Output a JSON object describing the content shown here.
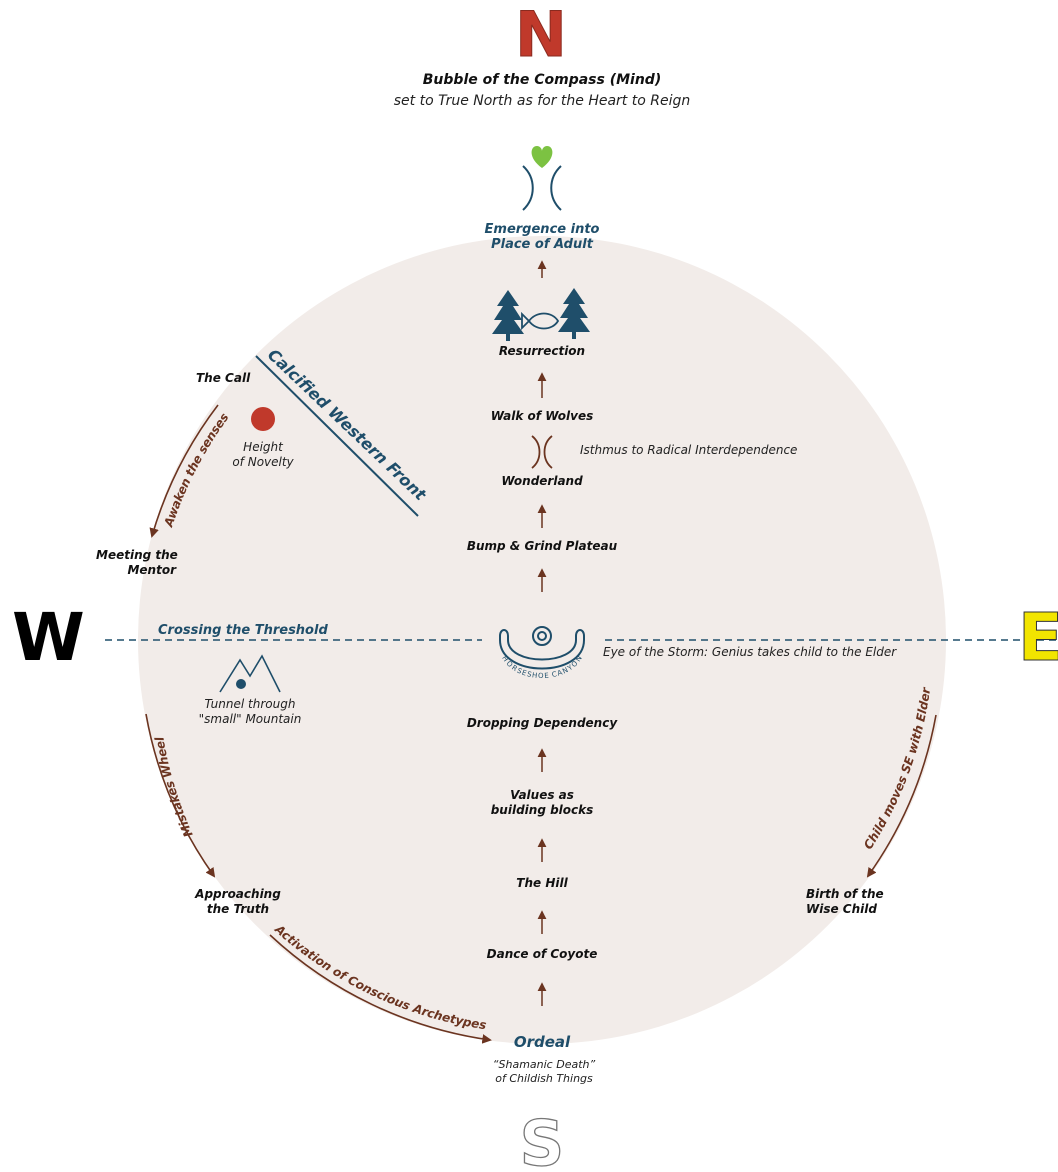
{
  "compass": {
    "north": "N",
    "west": "W",
    "east": "E",
    "south": "S",
    "north_color": "#c0392b",
    "east_color": "#f2e500"
  },
  "header": {
    "title": "Bubble of the Compass (Mind)",
    "subtitle": "set to True North as for the Heart to Reign"
  },
  "journey": {
    "emergence": "Emergence into\nPlace of Adult",
    "resurrection": "Resurrection",
    "walk_of_wolves": "Walk of Wolves",
    "isthmus": "Isthmus to Radical Interdependence",
    "wonderland": "Wonderland",
    "bump_grind": "Bump & Grind Plateau",
    "eye_of_storm": "Eye of the Storm: Genius takes child to the Elder",
    "horseshoe": "HORSESHOE CANYON",
    "dropping_dependency": "Dropping Dependency",
    "values": "Values as\nbuilding blocks",
    "the_hill": "The Hill",
    "dance_of_coyote": "Dance of Coyote",
    "ordeal": "Ordeal",
    "shamanic": "“Shamanic Death”\nof Childish Things"
  },
  "west_side": {
    "calcified": "Calcified Western Front",
    "the_call": "The Call",
    "height_of_novelty": "Height\nof Novelty",
    "awaken": "Awaken the senses",
    "meeting_mentor": "Meeting the\nMentor",
    "crossing": "Crossing the Threshold",
    "tunnel": "Tunnel through\n\"small\" Mountain",
    "mistakes_wheel": "Mistakes Wheel",
    "approaching": "Approaching\nthe Truth",
    "activation": "Activation of Conscious Archetypes"
  },
  "east_side": {
    "child_moves": "Child moves SE with Elder",
    "birth": "Birth of the\nWise Child"
  },
  "colors": {
    "bubble": "#f2ece9",
    "teal": "#1f4e6a",
    "arrow_brown": "#6b3420",
    "heart_green": "#7cc242",
    "novelty_red": "#c0392b"
  }
}
